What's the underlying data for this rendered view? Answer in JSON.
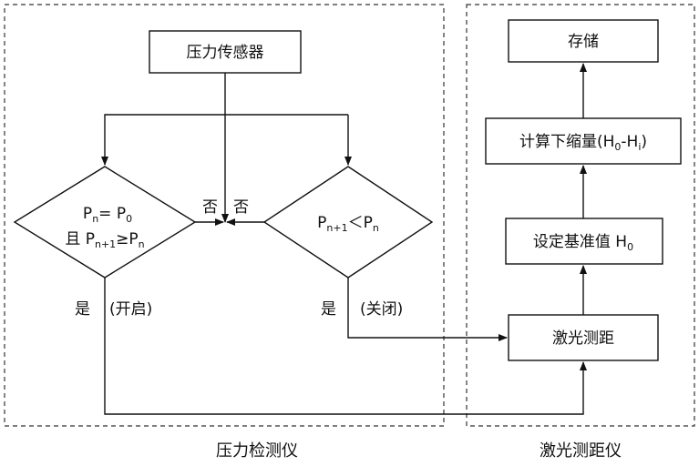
{
  "groups": {
    "left_label": "压力检测仪",
    "right_label": "激光测距仪"
  },
  "nodes": {
    "sensor": "压力传感器",
    "storage": "存储",
    "calc": {
      "prefix": "计算下缩量(H",
      "sub0": "0",
      "dash": "-H",
      "subi": "i",
      "suffix": ")"
    },
    "baseline": {
      "prefix": "设定基准值 H",
      "sub": "0"
    },
    "laser": "激光测距"
  },
  "decision_left": {
    "line1": {
      "p": "P",
      "sub_n": "n",
      "eq": "= P",
      "sub_0": "0"
    },
    "line2": {
      "pre": "且 P",
      "sub_n1": "n+1",
      "ge": "≥P",
      "sub_n": "n"
    },
    "no": "否",
    "yes": "是",
    "yes_note": "(开启)"
  },
  "decision_right": {
    "cond": {
      "p": "P",
      "sub_n1": "n+1",
      "lt": "＜P",
      "sub_n": "n"
    },
    "no": "否",
    "yes": "是",
    "yes_note": "(关闭)"
  }
}
